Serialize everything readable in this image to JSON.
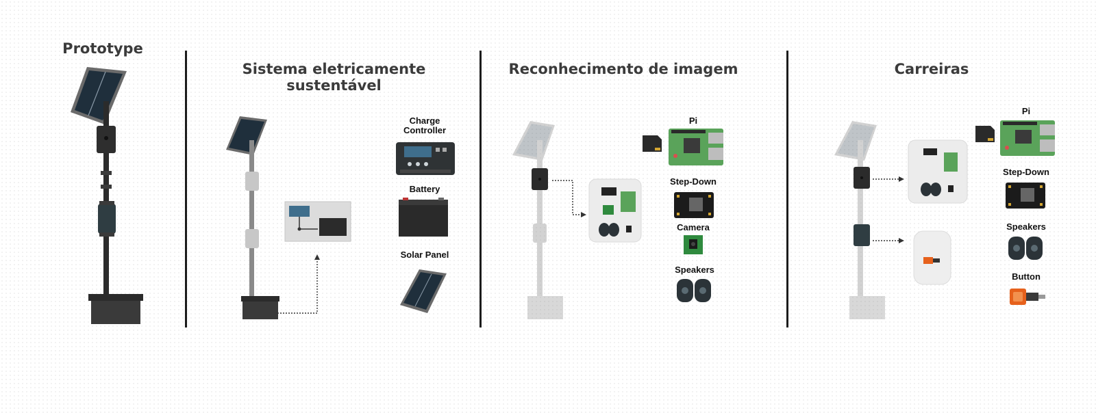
{
  "sections": [
    {
      "title": "Prototype"
    },
    {
      "title_line1": "Sistema eletricamente",
      "title_line2": "sustentável",
      "components": [
        "Charge Controller",
        "Battery",
        "Solar Panel"
      ],
      "component_charge_line1": "Charge",
      "component_charge_line2": "Controller"
    },
    {
      "title": "Reconhecimento de imagem",
      "components": [
        "Pi",
        "Step-Down",
        "Camera",
        "Speakers"
      ]
    },
    {
      "title": "Carreiras",
      "components": [
        "Pi",
        "Step-Down",
        "Speakers",
        "Button"
      ]
    }
  ],
  "icons": {
    "pole": "street-pole-icon",
    "solar_panel": "solar-panel-icon",
    "battery": "battery-icon",
    "charge_controller": "charge-controller-icon",
    "sd_card": "sd-card-icon",
    "raspberry_pi": "raspberry-pi-board-icon",
    "step_down": "step-down-converter-icon",
    "camera": "camera-module-icon",
    "speakers": "speakers-icon",
    "button": "push-button-icon"
  },
  "colors": {
    "heading": "#3b3b3b",
    "pole": "#2b2b2b",
    "panel": "#1f2f3c",
    "board_green": "#5aa35a",
    "controller_blue": "#3f6e8c",
    "button_orange": "#e6611c"
  }
}
